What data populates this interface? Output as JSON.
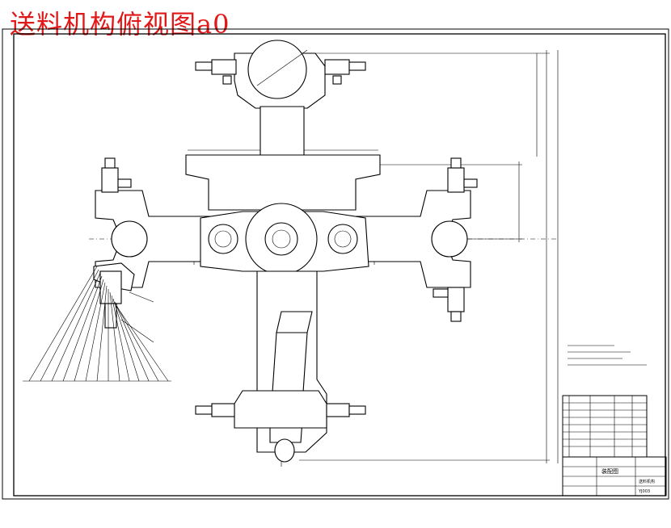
{
  "title": "送料机构俯视图a0",
  "colors": {
    "title": "#e01818",
    "line": "#000000",
    "paper": "#ffffff"
  },
  "title_block": {
    "drawing_name": "装配图",
    "drawing_no": "YJ003",
    "company": "送料机构"
  }
}
